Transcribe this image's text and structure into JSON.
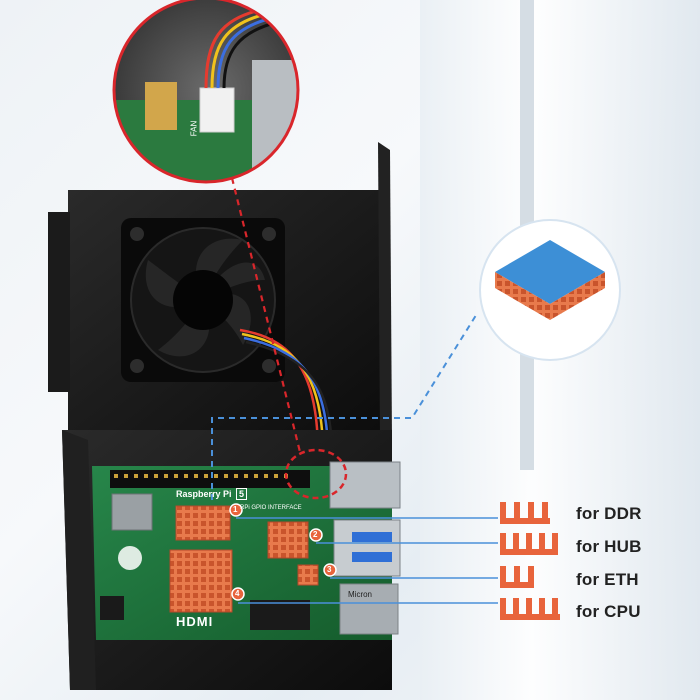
{
  "scene": {
    "board_brand": "Raspberry Pi",
    "board_model": "5",
    "header_label": "RPi GPIO INTERFACE",
    "hdmi_label": "HDMI",
    "connector_label": "FAN",
    "chip_label": "Micron"
  },
  "callouts": [
    {
      "number": "1",
      "label": "for DDR"
    },
    {
      "number": "2",
      "label": "for HUB"
    },
    {
      "number": "3",
      "label": "for ETH"
    },
    {
      "number": "4",
      "label": "for CPU"
    }
  ],
  "colors": {
    "heatsink": "#e8643c",
    "case": "#141414",
    "pcb": "#1f7a3c",
    "thermal_pad": "#3d8fd6",
    "callout_line": "#4a90d9",
    "fan_line": "#d9262b"
  }
}
